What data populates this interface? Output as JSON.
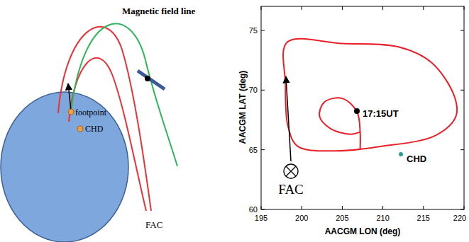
{
  "diagram": {
    "labels": [
      "Magnetic field line",
      "footpoint",
      "CHD",
      "FAC",
      "AACGM LAT (deg)",
      "75",
      "70",
      "65",
      "60",
      "195",
      "200",
      "205",
      "210",
      "215",
      "220",
      "AACGM LON (deg)",
      "17:15UT",
      "CHD",
      "FAC"
    ]
  }
}
